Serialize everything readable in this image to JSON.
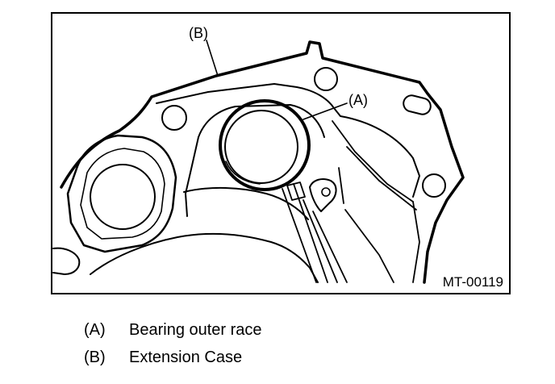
{
  "figure": {
    "id_label": "MT-00119",
    "callouts": [
      {
        "key": "a",
        "text": "(A)"
      },
      {
        "key": "b",
        "text": "(B)"
      }
    ]
  },
  "legend": [
    {
      "key": "(A)",
      "text": "Bearing outer race"
    },
    {
      "key": "(B)",
      "text": "Extension Case"
    }
  ]
}
